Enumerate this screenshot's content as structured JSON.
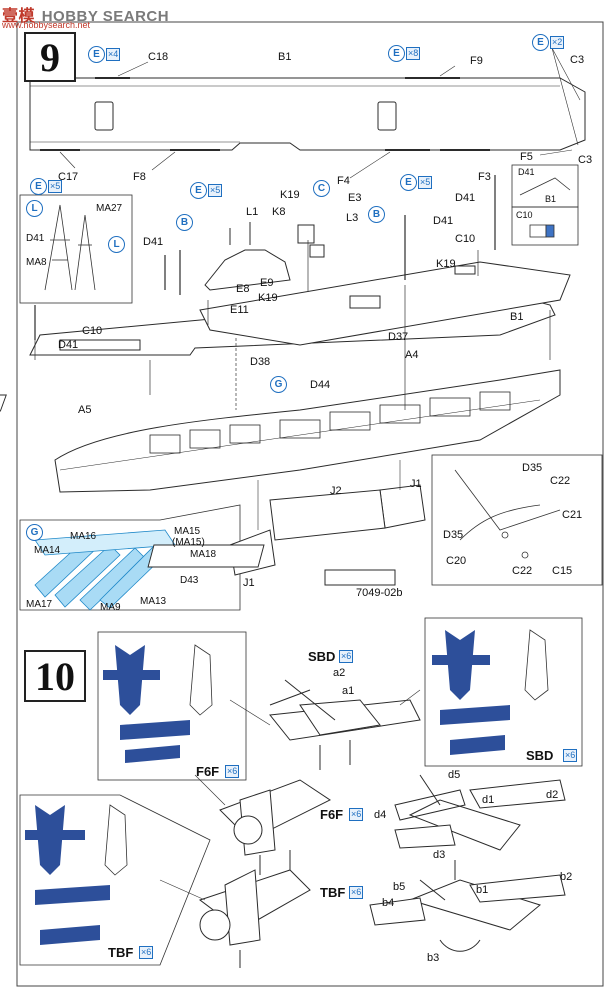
{
  "watermark": {
    "site_name": "HOBBY SEARCH",
    "chinese": "壹模",
    "site_url": "www.hobbysearch.net"
  },
  "steps": [
    {
      "number": "9"
    },
    {
      "number": "10"
    }
  ],
  "parts": {
    "top": [
      "C18",
      "B1",
      "F9",
      "C3",
      "C3",
      "F5",
      "F3",
      "C17",
      "F8",
      "F4"
    ],
    "middle": [
      "L1",
      "K8",
      "K19",
      "E3",
      "L3",
      "D41",
      "D41",
      "D41",
      "D41",
      "C10",
      "C10",
      "E8",
      "E9",
      "K19",
      "E11",
      "K19",
      "D38",
      "D37",
      "A4",
      "D44",
      "A5",
      "B1",
      "B1"
    ],
    "left_detail": [
      "MA27",
      "D41",
      "MA8"
    ],
    "lower": [
      "D35",
      "C22",
      "C21",
      "D35",
      "C20",
      "C22",
      "C15",
      "J2",
      "J1",
      "J1",
      "7049-02b"
    ],
    "radar": [
      "MA16",
      "MA15",
      "(MA15)",
      "MA14",
      "MA18",
      "D43",
      "MA17",
      "MA9",
      "MA13"
    ],
    "aircraft": [
      "SBD",
      "a2",
      "a1",
      "F6F",
      "d5",
      "d1",
      "d2",
      "d4",
      "d3",
      "TBF",
      "b5",
      "b1",
      "b2",
      "b4",
      "b3"
    ]
  },
  "labels": {
    "step9": "9",
    "step10": "10",
    "C18": "C18",
    "B1_top": "B1",
    "F9": "F9",
    "C3a": "C3",
    "C3b": "C3",
    "F5": "F5",
    "F3": "F3",
    "C17": "C17",
    "F8": "F8",
    "F4": "F4",
    "D41_top": "D41",
    "L1": "L1",
    "K8": "K8",
    "K19a": "K19",
    "E3": "E3",
    "L3": "L3",
    "D41a": "D41",
    "D41b": "D41",
    "D41c": "D41",
    "C10a": "C10",
    "C10b": "C10",
    "K19b": "K19",
    "E8": "E8",
    "E9": "E9",
    "K19c": "K19",
    "E11": "E11",
    "D38": "D38",
    "D37": "D37",
    "A4": "A4",
    "D44": "D44",
    "A5": "A5",
    "B1_mid": "B1",
    "MA27": "MA27",
    "D41_det": "D41",
    "MA8": "MA8",
    "D41_inset": "D41",
    "B1_inset": "B1",
    "C10_inset": "C10",
    "D35a": "D35",
    "C22a": "C22",
    "C21": "C21",
    "D35b": "D35",
    "C20": "C20",
    "C22b": "C22",
    "C15": "C15",
    "J2": "J2",
    "J1a": "J1",
    "J1b": "J1",
    "stand_code": "7049-02b",
    "MA16": "MA16",
    "MA15": "MA15",
    "MA15p": "(MA15)",
    "MA14": "MA14",
    "MA18": "MA18",
    "D43": "D43",
    "MA17": "MA17",
    "MA9": "MA9",
    "MA13": "MA13",
    "SBD_top": "SBD",
    "a2": "a2",
    "a1": "a1",
    "SBD_box": "SBD",
    "F6F_box": "F6F",
    "F6F_mid": "F6F",
    "d5": "d5",
    "d1": "d1",
    "d2": "d2",
    "d4": "d4",
    "d3": "d3",
    "TBF_box": "TBF",
    "TBF_mid": "TBF",
    "b5": "b5",
    "b1": "b1",
    "b2": "b2",
    "b4": "b4",
    "b3": "b3"
  },
  "badges": {
    "e4": {
      "letter": "E",
      "count": "×4"
    },
    "e8": {
      "letter": "E",
      "count": "×8"
    },
    "e2": {
      "letter": "E",
      "count": "×2"
    },
    "e5a": {
      "letter": "E",
      "count": "×5"
    },
    "e5b": {
      "letter": "E",
      "count": "×5"
    },
    "e5c": {
      "letter": "E",
      "count": "×5"
    },
    "c": {
      "letter": "C",
      "count": ""
    },
    "ba": {
      "letter": "B",
      "count": ""
    },
    "bb": {
      "letter": "B",
      "count": ""
    },
    "l1": {
      "letter": "L",
      "count": ""
    },
    "l2": {
      "letter": "L",
      "count": ""
    },
    "g1": {
      "letter": "G",
      "count": ""
    },
    "g2": {
      "letter": "G",
      "count": ""
    },
    "sbd": {
      "letter": "",
      "count": "×6"
    },
    "f6f": {
      "letter": "",
      "count": "×6"
    },
    "tbf": {
      "letter": "",
      "count": "×6"
    },
    "sbd_top": {
      "letter": "",
      "count": "×6"
    },
    "f6f_mid": {
      "letter": "",
      "count": "×6"
    },
    "tbf_mid": {
      "letter": "",
      "count": "×6"
    }
  },
  "colors": {
    "line": "#2b2b2b",
    "accent_blue": "#1f6fc0",
    "decal_blue": "#2d4f9a",
    "radar_blue": "#4fb3e8"
  }
}
